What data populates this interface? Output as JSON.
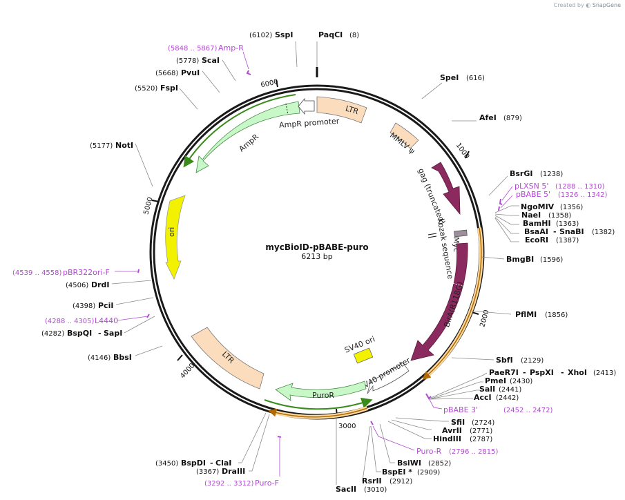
{
  "credit": {
    "prefix": "Created by",
    "brand": "SnapGene"
  },
  "plasmid": {
    "name": "mycBioID-pBABE-puro",
    "length_label": "6213 bp",
    "length": 6213
  },
  "ticks": [
    "1000",
    "2000",
    "3000",
    "4000",
    "5000",
    "6000"
  ],
  "features": [
    {
      "id": "ltr-top",
      "label": "LTR"
    },
    {
      "id": "mmlv-psi",
      "label": "MMLV ψ"
    },
    {
      "id": "gag",
      "label": "gag (truncated)"
    },
    {
      "id": "kozak",
      "label": "Kozak sequence"
    },
    {
      "id": "myc",
      "label": "Myc"
    },
    {
      "id": "bira",
      "label": "BirA(R118G)"
    },
    {
      "id": "sv40-ori",
      "label": "SV40 ori"
    },
    {
      "id": "sv40-promoter",
      "label": "SV40 promoter"
    },
    {
      "id": "puror",
      "label": "PuroR"
    },
    {
      "id": "ltr-left",
      "label": "LTR"
    },
    {
      "id": "ori",
      "label": "ori"
    },
    {
      "id": "ampr",
      "label": "AmpR"
    },
    {
      "id": "ampr-promoter",
      "label": "AmpR promoter"
    }
  ],
  "sites": [
    {
      "name": "PaqCI",
      "pos": "(8)"
    },
    {
      "name": "SpeI",
      "pos": "(616)"
    },
    {
      "name": "AfeI",
      "pos": "(879)"
    },
    {
      "name": "BsrGI",
      "pos": "(1238)"
    },
    {
      "name": "NgoMIV",
      "pos": "(1356)"
    },
    {
      "name": "NaeI",
      "pos": "(1358)"
    },
    {
      "name": "BamHI",
      "pos": "(1363)"
    },
    {
      "name": "BsaAI",
      "name2": "SnaBI",
      "pos": "(1382)"
    },
    {
      "name": "EcoRI",
      "pos": "(1387)"
    },
    {
      "name": "BmgBI",
      "pos": "(1596)"
    },
    {
      "name": "PflMI",
      "pos": "(1856)"
    },
    {
      "name": "SbfI",
      "pos": "(2129)"
    },
    {
      "name": "PaeR7I",
      "name2": "PspXI",
      "name3": "XhoI",
      "pos": "(2413)"
    },
    {
      "name": "PmeI",
      "pos": "(2430)"
    },
    {
      "name": "SalI",
      "pos": "(2441)"
    },
    {
      "name": "AccI",
      "pos": "(2442)"
    },
    {
      "name": "SfiI",
      "pos": "(2724)"
    },
    {
      "name": "AvrII",
      "pos": "(2771)"
    },
    {
      "name": "HindIII",
      "pos": "(2787)"
    },
    {
      "name": "BsiWI",
      "pos": "(2852)"
    },
    {
      "name": "BspEI *",
      "pos": "(2909)"
    },
    {
      "name": "RsrII",
      "pos": "(2912)"
    },
    {
      "name": "SacII",
      "pos": "(3010)"
    },
    {
      "name": "BspDI",
      "name2": "ClaI",
      "pos": "(3450)"
    },
    {
      "name": "DraIII",
      "pos": "(3367)"
    },
    {
      "name": "BbsI",
      "pos": "(4146)"
    },
    {
      "name": "BspQI",
      "name2": "SapI",
      "pos": "(4282)"
    },
    {
      "name": "PciI",
      "pos": "(4398)"
    },
    {
      "name": "DrdI",
      "pos": "(4506)"
    },
    {
      "name": "NotI",
      "pos": "(5177)"
    },
    {
      "name": "FspI",
      "pos": "(5520)"
    },
    {
      "name": "PvuI",
      "pos": "(5668)"
    },
    {
      "name": "ScaI",
      "pos": "(5778)"
    },
    {
      "name": "SspI",
      "pos": "(6102)"
    }
  ],
  "primers": [
    {
      "name": "Amp-R",
      "pos": "(5848 .. 5867)"
    },
    {
      "name": "pLXSN 5'",
      "pos": "(1288 .. 1310)"
    },
    {
      "name": "pBABE 5'",
      "pos": "(1326 .. 1342)"
    },
    {
      "name": "pBR322ori-F",
      "pos": "(4539 .. 4558)"
    },
    {
      "name": "L4440",
      "pos": "(4288 .. 4305)"
    },
    {
      "name": "pBABE 3'",
      "pos": "(2452 .. 2472)"
    },
    {
      "name": "Puro-R",
      "pos": "(2796 .. 2815)"
    },
    {
      "name": "Puro-F",
      "pos": "(3292 .. 3312)"
    }
  ],
  "colors": {
    "backbone": "#1a1a1a",
    "ltr": "#fbdcbd",
    "psi": "#fbdcbd",
    "gag": "#8b2a5e",
    "bira": "#8b2a5e",
    "myc": "#9c8e9a",
    "sv40ori": "#f2f200",
    "ori": "#f2f200",
    "promoter": "#ffffff",
    "puror": "#c8f7c8",
    "ampr": "#c8f7c8",
    "orf_green": "#3a8a1c",
    "orf_orange": "#b26a00",
    "orf_highlight": "#fbd9a0",
    "primer": "#b04ad0",
    "leader": "#888888"
  }
}
